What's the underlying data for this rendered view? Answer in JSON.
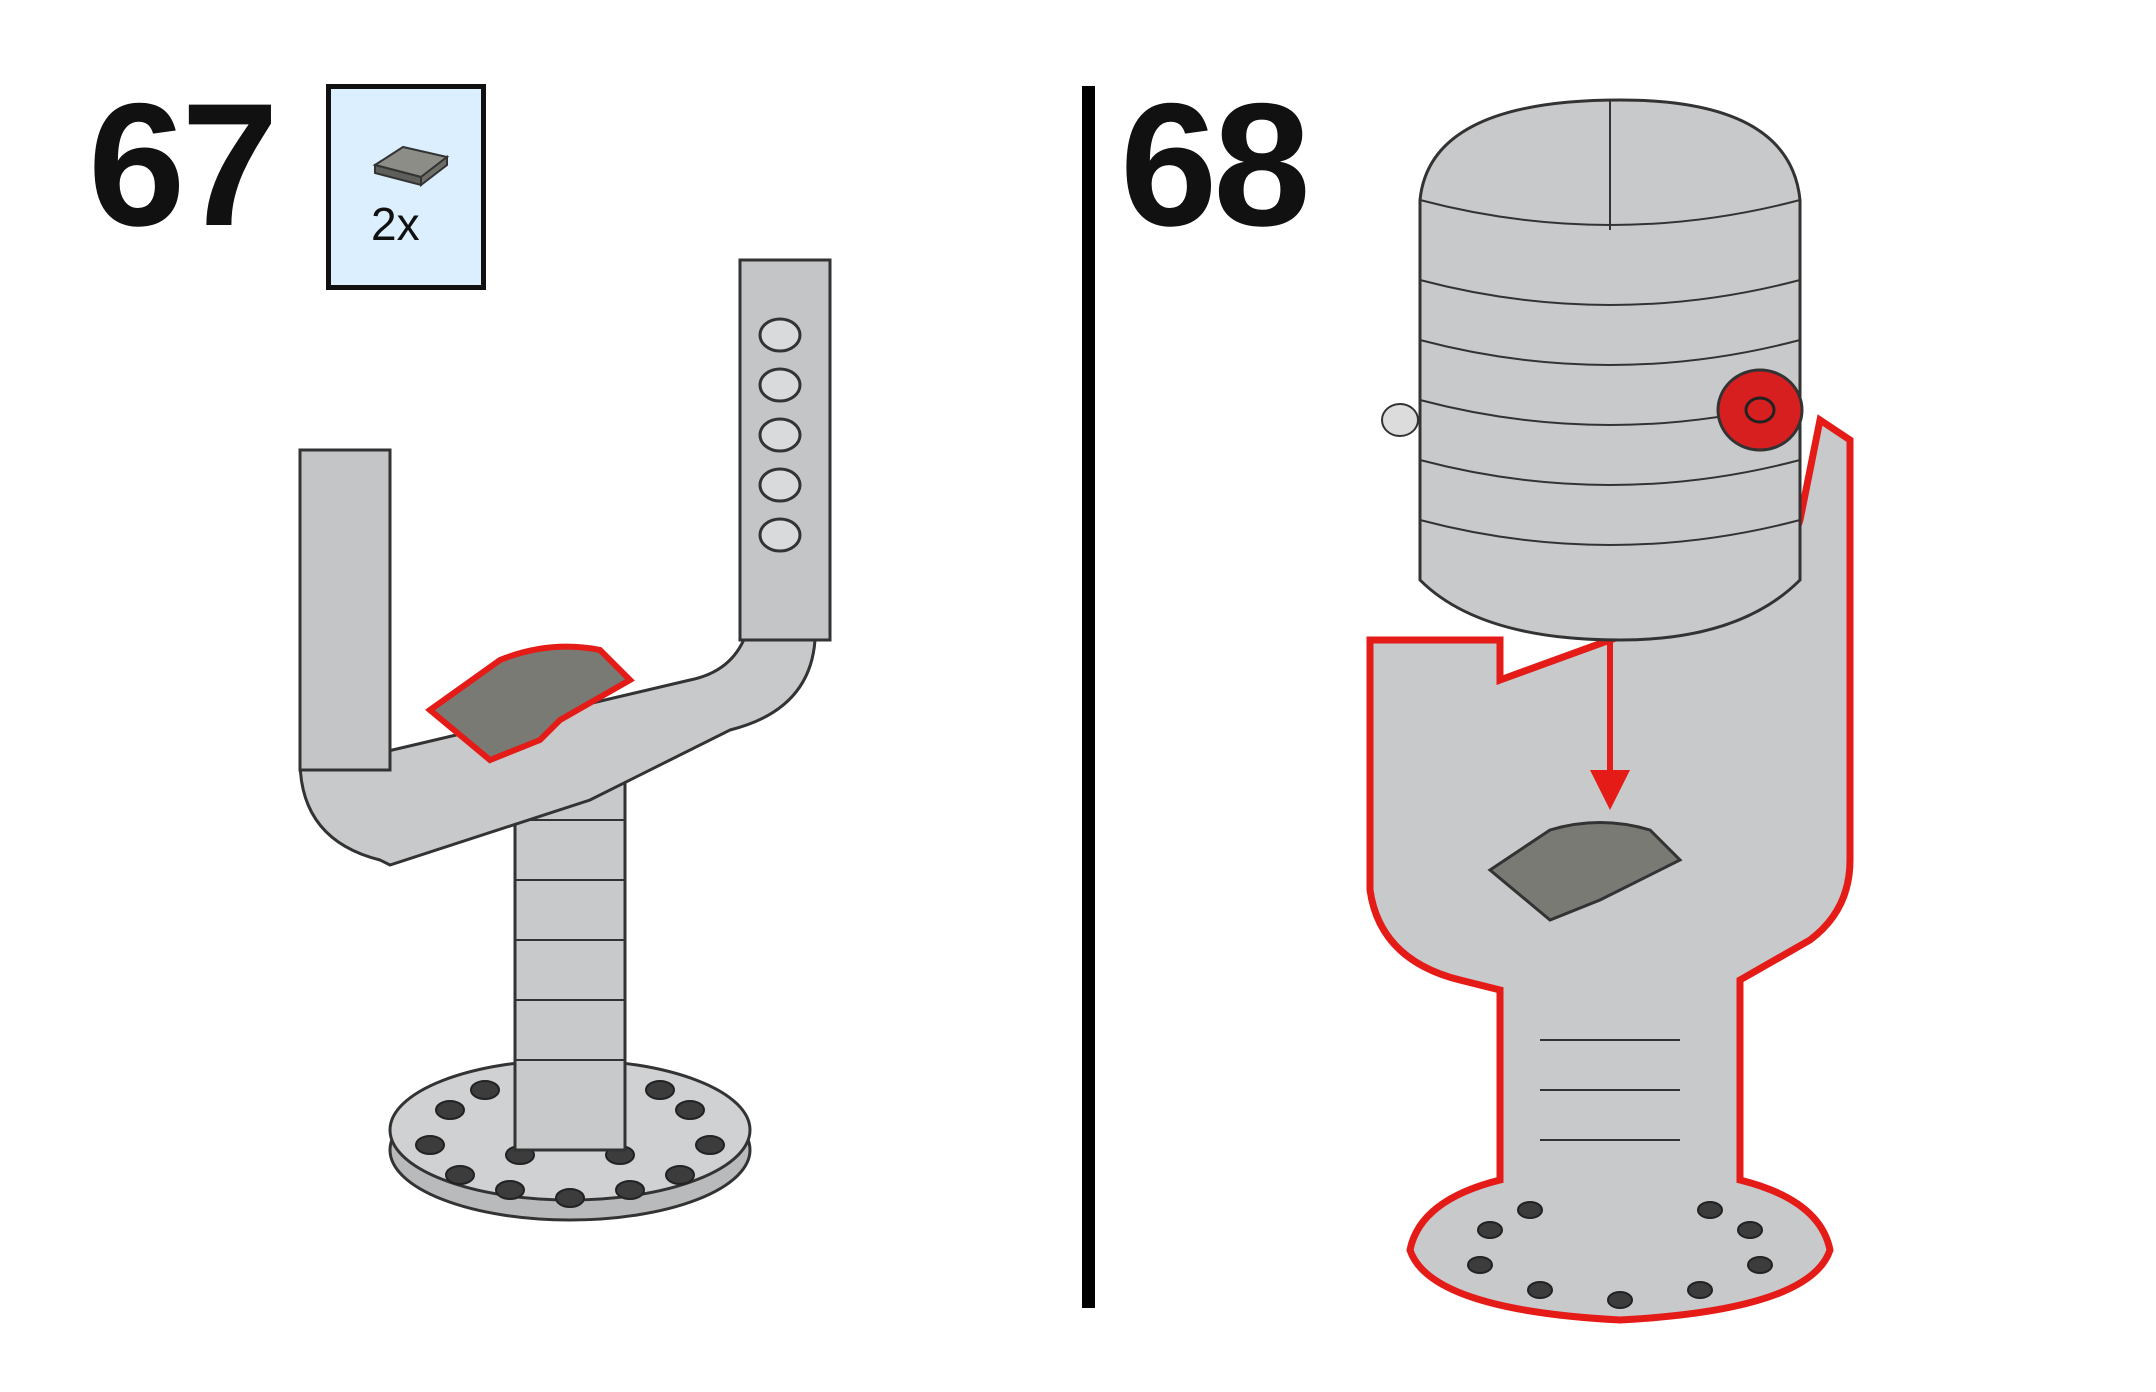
{
  "steps": [
    {
      "number": "67",
      "parts": [
        {
          "qty": "2x",
          "color": "dark-bluish-gray",
          "icon": "curved-slope-tile-icon"
        }
      ]
    },
    {
      "number": "68",
      "arrow": "red-down-arrow-icon",
      "highlight": "red-outline"
    }
  ],
  "colors": {
    "part_light_gray": "#c7c9cb",
    "part_dark_gray": "#7a7a75",
    "highlight_red": "#e41b17",
    "parts_box_bg": "#dcefff",
    "red_knob": "#d81f1f"
  }
}
